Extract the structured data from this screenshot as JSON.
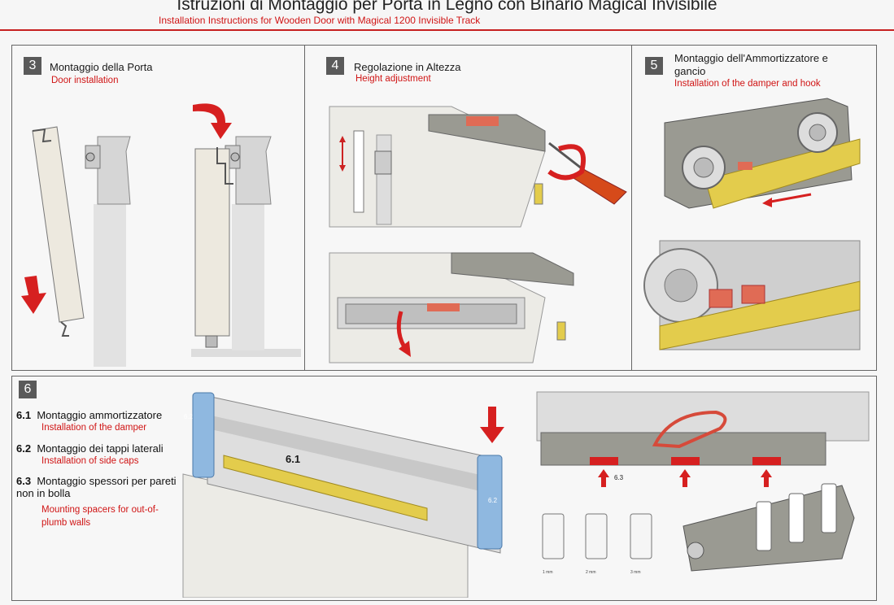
{
  "header": {
    "title": "Istruzioni di Montaggio per Porta in Legno con Binario Magical Invisibile",
    "subtitle": "Installation Instructions for Wooden Door with Magical 1200 Invisible Track"
  },
  "steps": [
    {
      "number": "3",
      "title_it": "Montaggio della Porta",
      "title_en": "Door installation"
    },
    {
      "number": "4",
      "title_it": "Regolazione in Altezza",
      "title_en": "Height adjustment"
    },
    {
      "number": "5",
      "title_it": "Montaggio dell'Ammortizzatore e gancio",
      "title_en": "Installation of the damper and hook"
    },
    {
      "number": "6"
    }
  ],
  "step6": {
    "items": [
      {
        "num": "6.1",
        "it": "Montaggio ammortizzatore",
        "en": "Installation of the damper"
      },
      {
        "num": "6.2",
        "it": "Montaggio dei tappi laterali",
        "en": "Installation of side caps"
      },
      {
        "num": "6.3",
        "it": "Montaggio spessori per pareti non in bolla",
        "en": "Mounting spacers for out-of-plumb walls"
      }
    ],
    "diagram_labels": {
      "damper": "6.1",
      "cap_left": "6.2",
      "cap_right": "6.2",
      "spacer": "6.3"
    },
    "spacer_sizes": [
      "1 mm",
      "2 mm",
      "3 mm"
    ]
  },
  "colors": {
    "accent_red": "#d01515",
    "number_badge": "#5a5a5a",
    "track_yellow": "#e3cc4c",
    "cap_blue": "#8fb8e0"
  }
}
